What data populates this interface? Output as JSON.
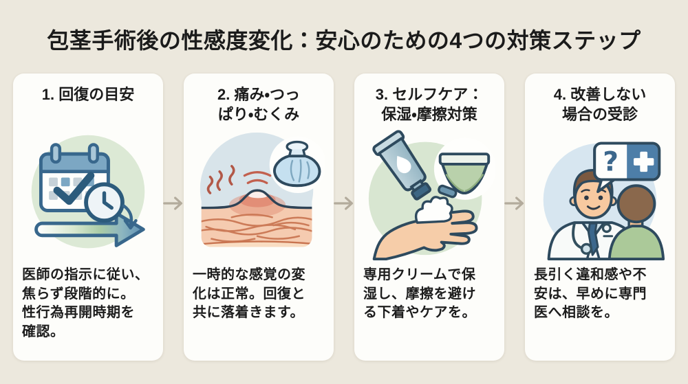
{
  "title": "包茎手術後の性感度変化：安心のための4つの対策ステップ",
  "theme": {
    "page_bg": "#ece8dd",
    "card_bg": "#fdfdfa",
    "text_color": "#1d1d1d",
    "arrow_color": "#b3ab9c",
    "outline_navy": "#2e4a5e",
    "accent_blue": "#4d7ea8",
    "soft_green": "#d8e6d1",
    "soft_blue": "#d7e4ea"
  },
  "steps": [
    {
      "heading_lines": [
        "1. 回復の目安"
      ],
      "body_lines": [
        "医師の指示に従い、",
        "焦らず段階的に。",
        "性行為再開時期を",
        "確認。"
      ],
      "illustration": "calendar-clock-progress-arrow"
    },
    {
      "heading_lines": [
        "2. 痛み・つっ",
        "ぱり・むくみ"
      ],
      "body_lines": [
        "一時的な感覚の変",
        "化は正常。回復と",
        "共に落着きます。"
      ],
      "illustration": "swollen-skin-with-ice-pack"
    },
    {
      "heading_lines": [
        "3. セルフケア：",
        "保湿・摩擦対策"
      ],
      "body_lines": [
        "専用クリームで保",
        "湿し、摩擦を避け",
        "る下着やケアを。"
      ],
      "illustration": "cream-tube-hand-underwear"
    },
    {
      "heading_lines": [
        "4. 改善しない",
        "場合の受診"
      ],
      "body_lines": [
        "長引く違和感や不",
        "安は、早めに専門",
        "医へ相談を。"
      ],
      "illustration": "doctor-patient-consultation"
    }
  ]
}
